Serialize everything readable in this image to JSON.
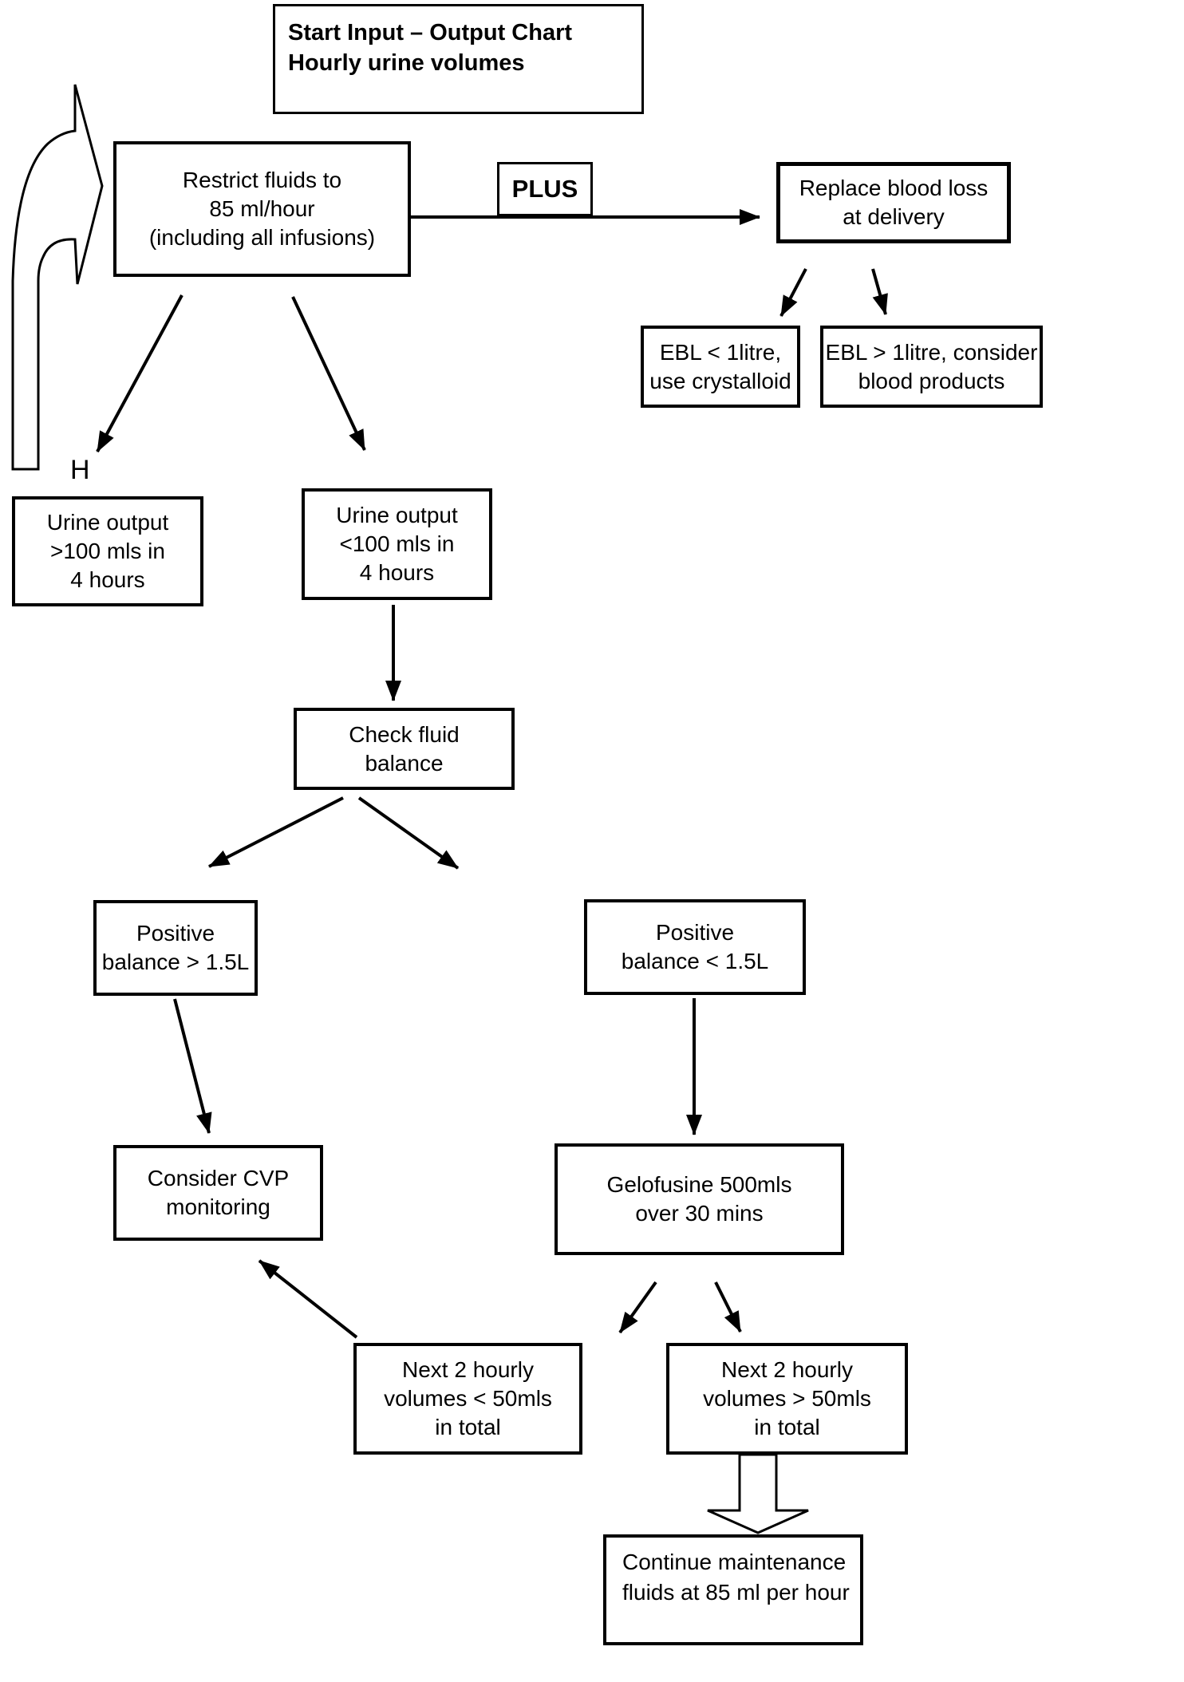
{
  "colors": {
    "ink": "#000000",
    "paper": "#ffffff"
  },
  "flowchart": {
    "title": "Start Input – Output Chart\nHourly urine volumes",
    "plus_label": "PLUS",
    "h_label": "H",
    "nodes": {
      "restrict_fluids": "Restrict fluids to\n85 ml/hour\n(including all infusions)",
      "replace_blood_loss": "Replace blood loss\nat delivery",
      "ebl_under_1l": "EBL < 1litre,\nuse crystalloid",
      "ebl_over_1l": "EBL > 1litre, consider\nblood products",
      "urine_over_100": "Urine output\n>100 mls in\n4 hours",
      "urine_under_100": "Urine output\n<100 mls in\n4 hours",
      "check_fluid_balance": "Check fluid\nbalance",
      "positive_over_1_5": "Positive\nbalance > 1.5L",
      "positive_under_1_5": "Positive\nbalance < 1.5L",
      "consider_cvp": "Consider CVP\nmonitoring",
      "gelofusine": "Gelofusine 500mls\nover 30 mins",
      "next2_under_50": "Next 2 hourly\nvolumes < 50mls\nin total",
      "next2_over_50": "Next 2 hourly\nvolumes > 50mls\nin total",
      "continue_maintenance": "Continue maintenance\nfluids at 85 ml per hour"
    },
    "edges": [
      {
        "from": "loop_back",
        "to": "restrict_fluids",
        "style": "block-curved-arrow"
      },
      {
        "from": "restrict_fluids",
        "to": "replace_blood_loss",
        "label": "PLUS"
      },
      {
        "from": "replace_blood_loss",
        "to": "ebl_under_1l"
      },
      {
        "from": "replace_blood_loss",
        "to": "ebl_over_1l"
      },
      {
        "from": "restrict_fluids",
        "to": "urine_over_100",
        "label": "H"
      },
      {
        "from": "restrict_fluids",
        "to": "urine_under_100"
      },
      {
        "from": "urine_under_100",
        "to": "check_fluid_balance"
      },
      {
        "from": "check_fluid_balance",
        "to": "positive_over_1_5"
      },
      {
        "from": "check_fluid_balance",
        "to": "positive_under_1_5"
      },
      {
        "from": "positive_over_1_5",
        "to": "consider_cvp"
      },
      {
        "from": "positive_under_1_5",
        "to": "gelofusine"
      },
      {
        "from": "gelofusine",
        "to": "next2_under_50"
      },
      {
        "from": "gelofusine",
        "to": "next2_over_50"
      },
      {
        "from": "next2_under_50",
        "to": "consider_cvp"
      },
      {
        "from": "next2_over_50",
        "to": "continue_maintenance",
        "style": "block-arrow-down"
      }
    ]
  }
}
